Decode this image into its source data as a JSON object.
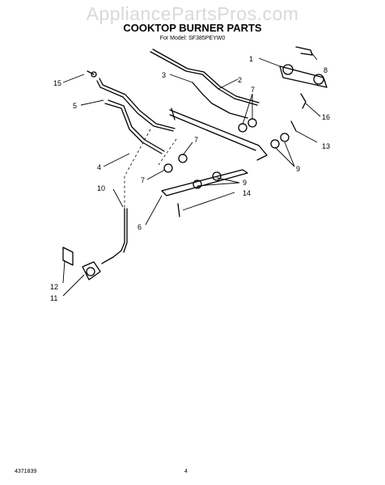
{
  "watermark": "AppliancePartsPros.com",
  "title": "COOKTOP BURNER PARTS",
  "subtitle": "For Model: SF385PEYW0",
  "document_number": "4371839",
  "page_number": "4",
  "callouts": [
    "1",
    "2",
    "3",
    "4",
    "5",
    "6",
    "7",
    "7",
    "7",
    "7",
    "8",
    "9",
    "9",
    "10",
    "11",
    "12",
    "13",
    "14",
    "15",
    "16"
  ]
}
